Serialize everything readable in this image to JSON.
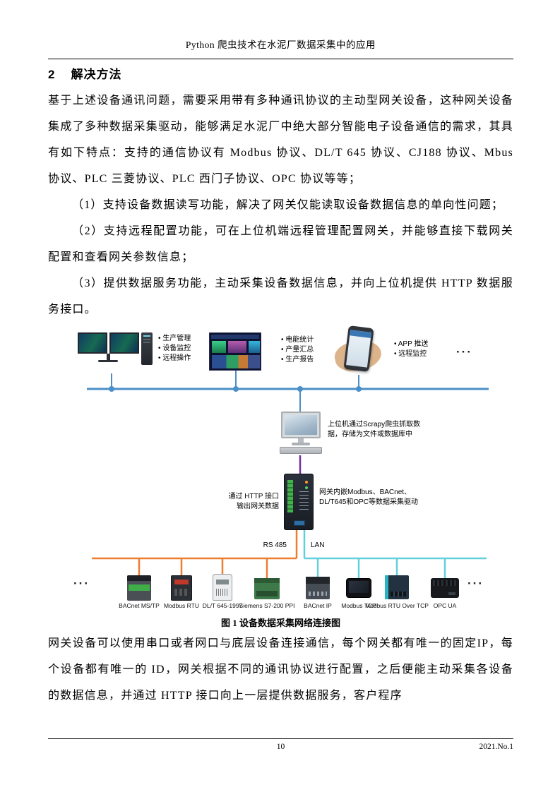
{
  "header": {
    "title": "Python 爬虫技术在水泥厂数据采集中的应用"
  },
  "section": {
    "number": "2",
    "title": "解决方法"
  },
  "body": {
    "p1": "基于上述设备通讯问题，需要采用带有多种通讯协议的主动型网关设备，这种网关设备集成了多种数据采集驱动，能够满足水泥厂中绝大部分智能电子设备通信的需求，其具有如下特点：支持的通信协议有 Modbus 协议、DL/T 645 协议、CJ188 协议、Mbus 协议、PLC 三菱协议、PLC 西门子协议、OPC 协议等等；",
    "p2": "（1）支持设备数据读写功能，解决了网关仅能读取设备数据信息的单向性问题；",
    "p3": "（2）支持远程配置功能，可在上位机端远程管理配置网关，并能够直接下载网关配置和查看网关参数信息；",
    "p4": "（3）提供数据服务功能，主动采集设备数据信息，并向上位机提供 HTTP 数据服务接口。",
    "p5": "网关设备可以使用串口或者网口与底层设备连接通信，每个网关都有唯一的固定IP，每个设备都有唯一的 ID，网关根据不同的通讯协议进行配置，之后便能主动采集各设备的数据信息，并通过 HTTP 接口向上一层提供数据服务，客户程序"
  },
  "figure": {
    "caption": "图 1  设备数据采集网络连接图",
    "workstation": {
      "l1": "生产管理",
      "l2": "设备监控",
      "l3": "远程操作"
    },
    "dashboard": {
      "l1": "电能统计",
      "l2": "产量汇总",
      "l3": "生产报告"
    },
    "mobile": {
      "l1": "APP 推送",
      "l2": "远程监控"
    },
    "ellipsis": "···",
    "host_note": "上位机通过Scrapy爬虫抓取数\n据，存储为文件或数据库中",
    "gateway_note_left": "通过 HTTP 接口\n输出网关数据",
    "gateway_note_right": "网关内嵌Modbus、BACnet、\nDL/T645和OPC等数据采集驱动",
    "bus_rs485": "RS 485",
    "bus_lan": "LAN",
    "devices": [
      {
        "label": "BACnet MS/TP"
      },
      {
        "label": "Modbus RTU"
      },
      {
        "label": "DL/T 645-1997"
      },
      {
        "label": "Siemens S7-200 PPI"
      },
      {
        "label": "BACnet IP"
      },
      {
        "label": "Modbus TCP"
      },
      {
        "label": "Modbus RTU Over TCP"
      },
      {
        "label": "OPC UA"
      }
    ],
    "colors": {
      "upper_bus": "#4a8fc7",
      "host_link": "#7030a0",
      "rs485_bus": "#ed7d31",
      "lan_bus": "#63cfdb"
    }
  },
  "footer": {
    "page_number": "10",
    "issue": "2021.No.1"
  }
}
